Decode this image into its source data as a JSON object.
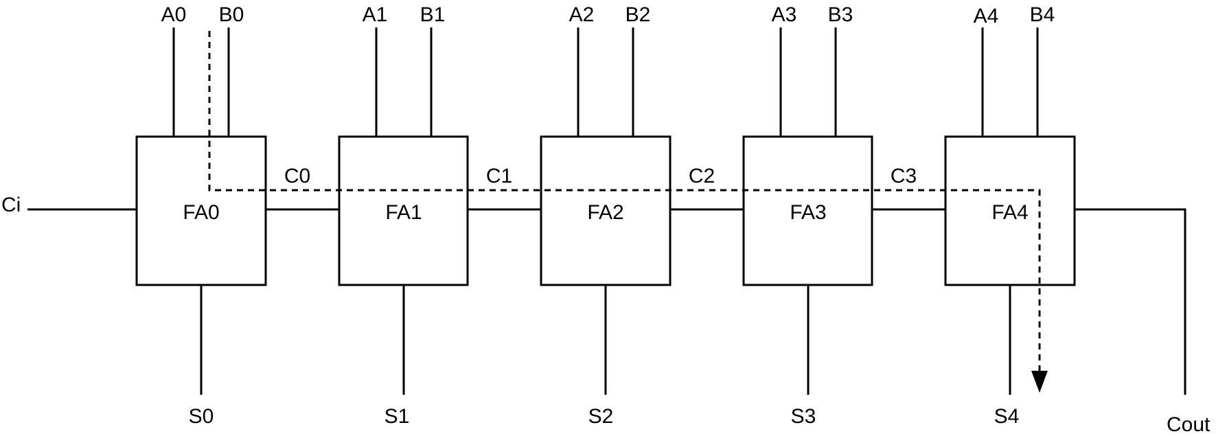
{
  "colors": {
    "stroke": "#000000",
    "background": "#ffffff"
  },
  "diagram": {
    "carry_in": "Ci",
    "carry_out": "Cout",
    "adders": [
      {
        "name": "FA0",
        "a": "A0",
        "b": "B0",
        "sum": "S0",
        "carry": "C0"
      },
      {
        "name": "FA1",
        "a": "A1",
        "b": "B1",
        "sum": "S1",
        "carry": "C1"
      },
      {
        "name": "FA2",
        "a": "A2",
        "b": "B2",
        "sum": "S2",
        "carry": "C2"
      },
      {
        "name": "FA3",
        "a": "A3",
        "b": "B3",
        "sum": "S3",
        "carry": "C3"
      },
      {
        "name": "FA4",
        "a": "A4",
        "b": "B4",
        "sum": "S4"
      }
    ]
  }
}
